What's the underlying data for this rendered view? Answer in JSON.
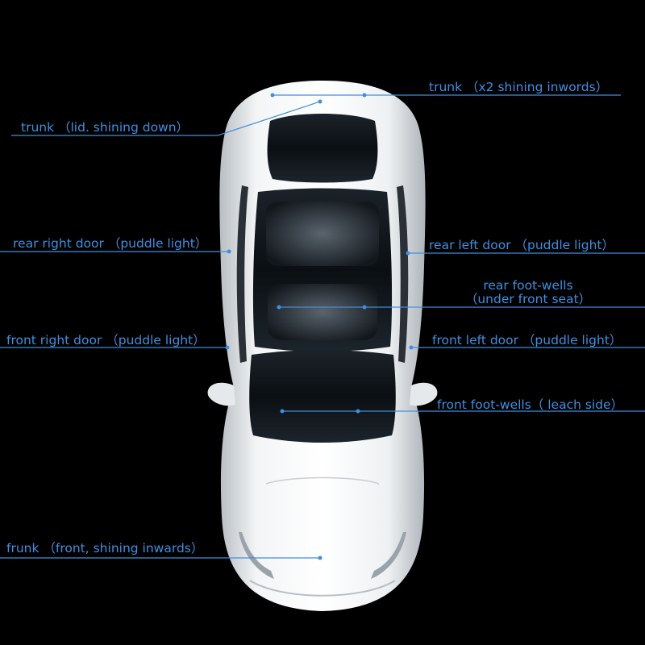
{
  "colors": {
    "background": "#000000",
    "label": "#3f8fe0",
    "leader": "#3f8fe0",
    "car_body": "#eceff1",
    "glass": "#0d1217"
  },
  "callouts": [
    {
      "id": "trunk-inward",
      "text": "trunk （x2 shining inwords）"
    },
    {
      "id": "trunk-lid",
      "text": "trunk （lid. shining down）"
    },
    {
      "id": "rear-right-door",
      "text": "rear right door （puddle light）"
    },
    {
      "id": "rear-left-door",
      "text": "rear left door （puddle light）"
    },
    {
      "id": "rear-foot-wells",
      "lines": [
        "rear foot-wells",
        "（under front seat）"
      ]
    },
    {
      "id": "front-right-door",
      "text": "front right door （puddle light）"
    },
    {
      "id": "front-left-door",
      "text": "front left door （puddle light）"
    },
    {
      "id": "front-foot-wells",
      "text": "front foot-wells（ leach side）"
    },
    {
      "id": "frunk",
      "text": "frunk （front, shining inwards）"
    }
  ]
}
